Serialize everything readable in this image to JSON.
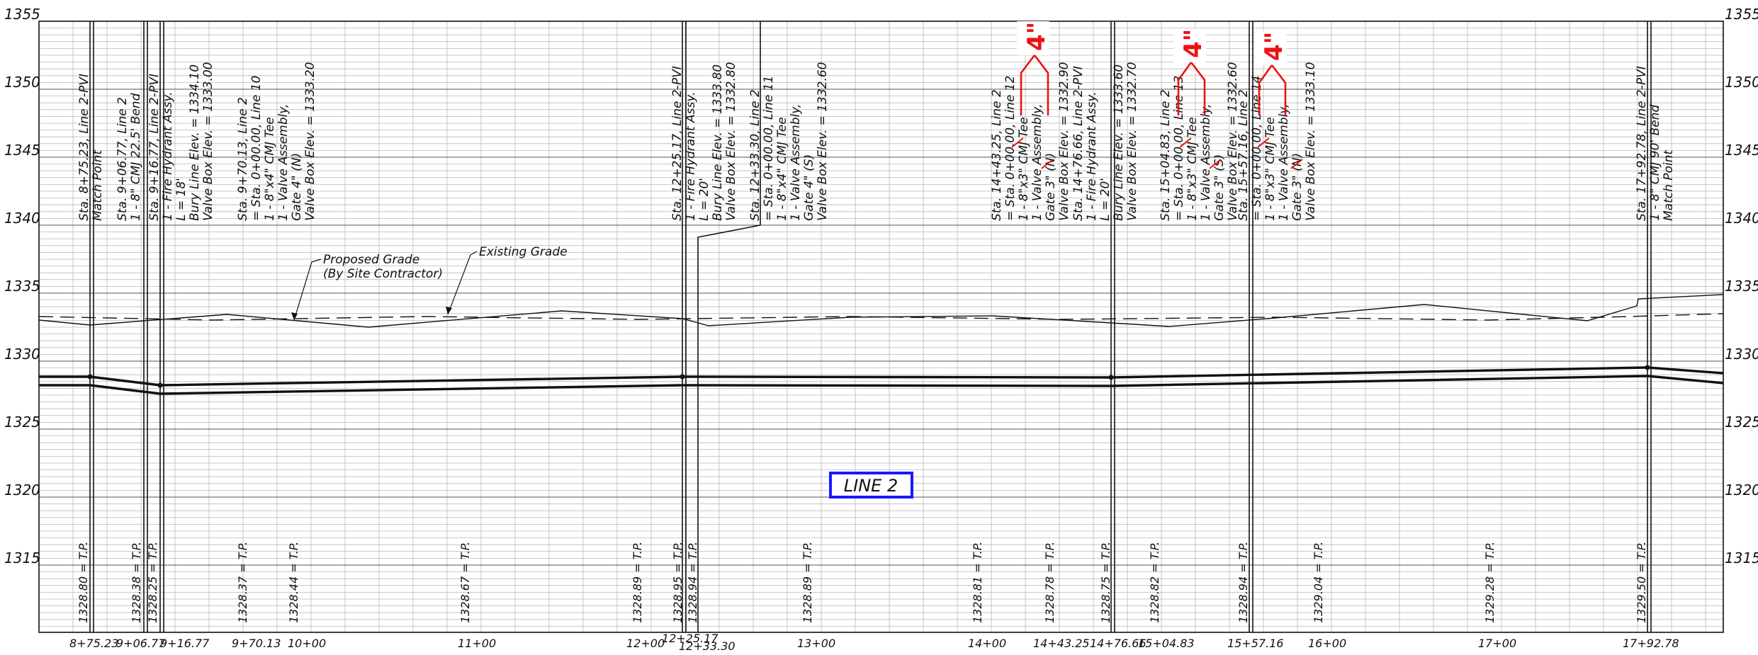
{
  "elevation_labels": [
    "1355",
    "1350",
    "1345",
    "1340",
    "1335",
    "1330",
    "1325",
    "1320",
    "1315"
  ],
  "grade_labels": {
    "proposed_line1": "Proposed Grade",
    "proposed_line2": "(By Site Contractor)",
    "existing": "Existing Grade"
  },
  "title_box": "LINE 2",
  "red_marks": [
    "4\"",
    "4\"",
    "4\""
  ],
  "callouts": [
    [
      "Sta. 8+75.23, Line 2-PVI",
      "Match Point"
    ],
    [
      "Sta. 9+06.77, Line 2",
      "1 - 8\" CMJ 22.5' Bend"
    ],
    [
      "Sta. 9+16.77, Line 2-PVI",
      "1 - Fire Hydrant Assy.",
      "L = 18'",
      "Bury Line Elev. = 1334.10",
      "Valve Box Elev. = 1333.00"
    ],
    [
      "Sta. 9+70.13, Line 2",
      "= Sta. 0+00.00, Line 10",
      "1 - 8\"x4\" CMJ Tee",
      "1 - Valve Assembly,",
      "Gate 4\" (N)",
      "Valve Box Elev. = 1333.20"
    ],
    [
      "Sta. 12+25.17, Line 2-PVI",
      "1 - Fire Hydrant Assy.",
      "L = 20'",
      "Bury Line Elev. = 1333.80",
      "Valve Box Elev. = 1332.80"
    ],
    [
      "Sta. 12+33.30, Line 2",
      "= Sta. 0+00.00, Line 11",
      "1 - 8\"x4\" CMJ Tee",
      "1 - Valve Assembly,",
      "Gate 4\" (S)",
      "Valve Box Elev. = 1332.60"
    ],
    [
      "Sta. 14+43.25, Line 2",
      "= Sta. 0+00.00, Line 12",
      "1 - 8\"x3\" CMJ Tee",
      "1 - Valve Assembly,",
      "Gate 3\" (N)",
      "Valve Box Elev. = 1332.90"
    ],
    [
      "Sta. 14+76.66, Line 2-PVI",
      "1 - Fire Hydrant Assy.",
      "L = 20'",
      "Bury Line Elev. = 1333.60",
      "Valve Box Elev. = 1332.70"
    ],
    [
      "Sta. 15+04.83, Line 2",
      "= Sta. 0+00.00, Line 13",
      "1 - 8\"x3\" CMJ Tee",
      "1 - Valve Assembly,",
      "Gate 3\" (S)",
      "Valve Box Elev. = 1332.60"
    ],
    [
      "Sta. 15+57.16, Line 2",
      "= Sta. 0+00.00, Line 14",
      "1 - 8\"x3\" CMJ Tee",
      "1 - Valve Assembly,",
      "Gate 3\" (N)",
      "Valve Box Elev. = 1333.10"
    ],
    [
      "Sta. 17+92.78, Line 2-PVI",
      "1 - 8\" CMJ 90' Bend",
      "Match Point"
    ]
  ],
  "tp_labels": [
    "1328.80 = T.P.",
    "1328.38 = T.P.",
    "1328.25 = T.P.",
    "1328.37 = T.P.",
    "1328.44 = T.P.",
    "1328.67 = T.P.",
    "1328.89 = T.P.",
    "1328.95 = T.P.",
    "1328.94 = T.P.",
    "1328.89 = T.P.",
    "1328.81 = T.P.",
    "1328.78 = T.P.",
    "1328.75 = T.P.",
    "1328.82 = T.P.",
    "1328.94 = T.P.",
    "1329.04 = T.P.",
    "1329.28 = T.P.",
    "1329.50 = T.P."
  ],
  "stations": [
    "8+75.23",
    "9+06.77",
    "9+16.77",
    "9+70.13",
    "10+00",
    "11+00",
    "12+00",
    "12+25.17",
    "12+33.30",
    "13+00",
    "14+00",
    "14+43.25",
    "14+76.66",
    "15+04.83",
    "15+57.16",
    "16+00",
    "17+00",
    "17+92.78"
  ],
  "colors": {
    "line": "#111111",
    "red_mark": "#e11111",
    "title_box_border": "#1a1aff"
  }
}
